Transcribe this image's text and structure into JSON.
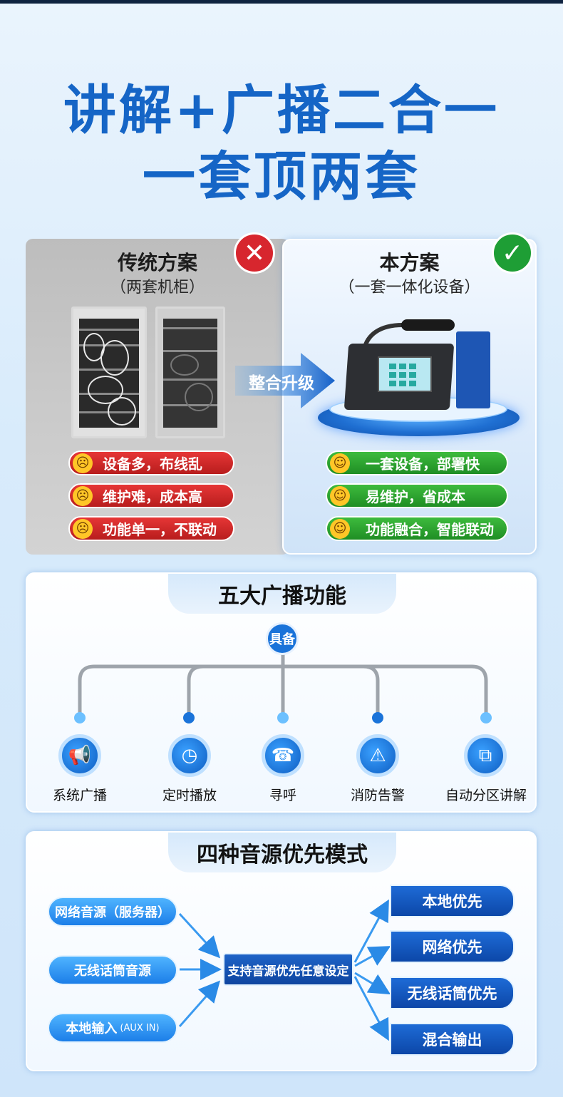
{
  "title": {
    "line1": "讲解+广播二合一",
    "line2": "一套顶两套"
  },
  "traditional": {
    "heading": "传统方案",
    "sub": "（两套机柜）",
    "cons": [
      "设备多，布线乱",
      "维护难，成本高",
      "功能单一，不联动"
    ]
  },
  "upgrade_label": "整合升级",
  "ours": {
    "heading": "本方案",
    "sub": "（一套一体化设备）",
    "pros": [
      "一套设备，部署快",
      "易维护，省成本",
      "功能融合，智能联动"
    ]
  },
  "functions": {
    "title": "五大广播功能",
    "hub": "具备",
    "items": [
      {
        "label": "系统广播",
        "icon": "megaphone-icon"
      },
      {
        "label": "定时播放",
        "icon": "clock-icon"
      },
      {
        "label": "寻呼",
        "icon": "walkie-talkie-icon"
      },
      {
        "label": "消防告警",
        "icon": "alarm-icon"
      },
      {
        "label": "自动分区讲解",
        "icon": "zones-icon"
      }
    ]
  },
  "sources": {
    "title": "四种音源优先模式",
    "inputs": [
      "网络音源（服务器）",
      "无线话筒音源",
      "本地输入"
    ],
    "input3_suffix": "(AUX IN)",
    "center": "支持音源优先任意设定",
    "outputs": [
      "本地优先",
      "网络优先",
      "无线话筒优先",
      "混合输出"
    ]
  },
  "colors": {
    "brand": "#1565c6",
    "bad": "#d7262e",
    "good": "#1e9e35"
  }
}
